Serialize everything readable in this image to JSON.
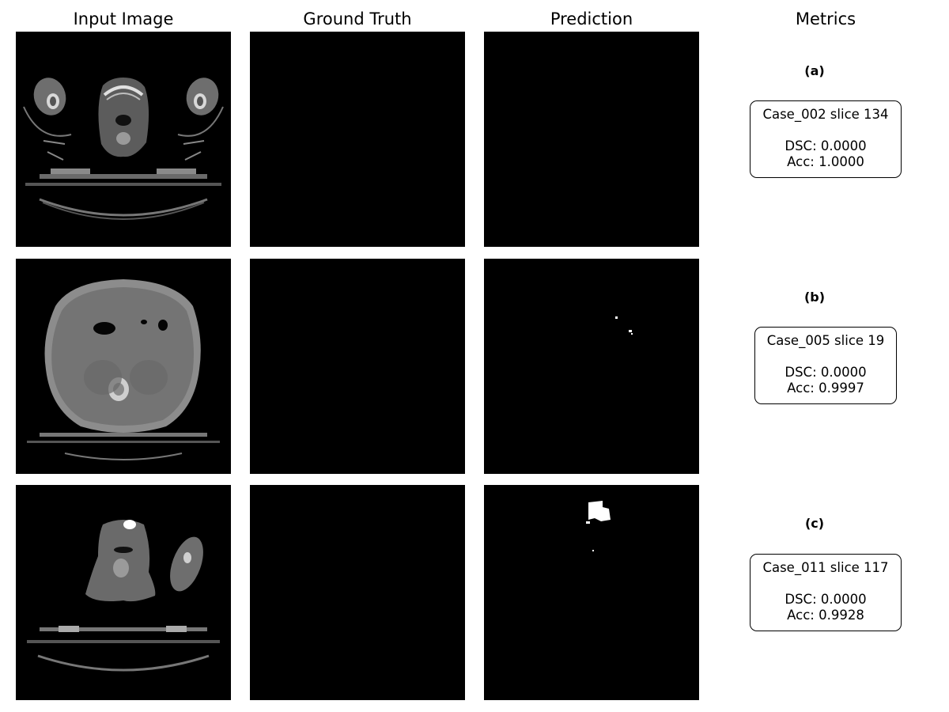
{
  "columns": [
    "Input Image",
    "Ground Truth",
    "Prediction",
    "Metrics"
  ],
  "rows": [
    {
      "label": "(a)",
      "case": "Case_002 slice 134",
      "dsc": "DSC: 0.0000",
      "acc": "Acc: 1.0000"
    },
    {
      "label": "(b)",
      "case": "Case_005 slice 19",
      "dsc": "DSC: 0.0000",
      "acc": "Acc: 0.9997"
    },
    {
      "label": "(c)",
      "case": "Case_011 slice 117",
      "dsc": "DSC: 0.0000",
      "acc": "Acc: 0.9928"
    }
  ]
}
